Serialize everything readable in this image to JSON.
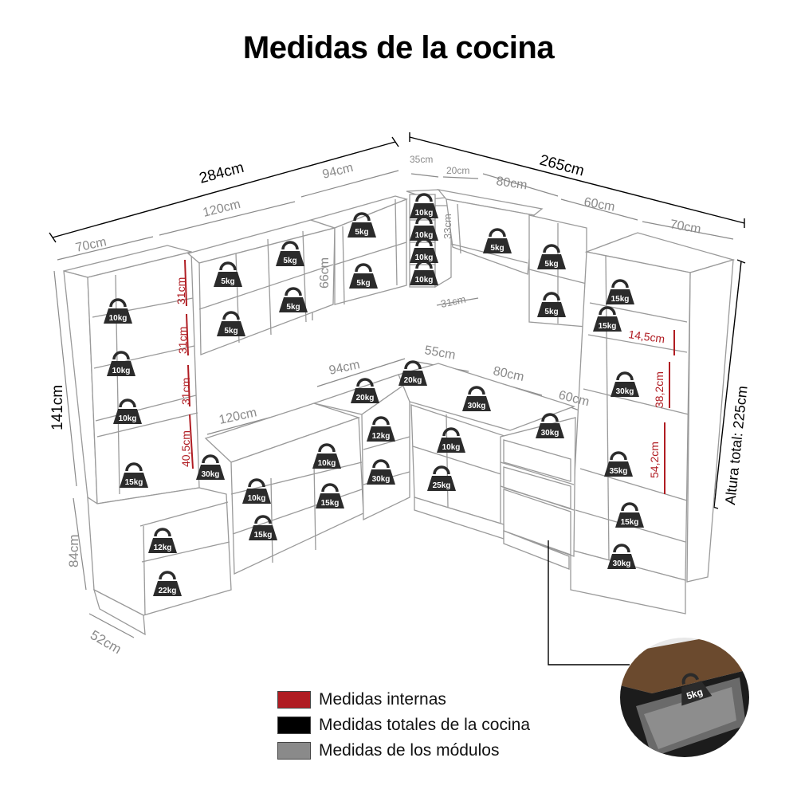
{
  "title": "Medidas de la cocina",
  "colors": {
    "internal": "#b01c22",
    "total": "#000000",
    "module": "#8a8a8a",
    "weight_icon": "#2b2b2b",
    "cabinet_line": "#9a9a9a"
  },
  "dimensions": {
    "total_left": "284cm",
    "total_right": "265cm",
    "total_height_left": "141cm",
    "base_height": "84cm",
    "depth": "52cm",
    "total_height": "Altura total: 225cm",
    "mod_70_left": "70cm",
    "mod_120_top": "120cm",
    "mod_94_top": "94cm",
    "mod_35": "35cm",
    "mod_20": "20cm",
    "mod_80_top": "80cm",
    "mod_60_top": "60cm",
    "mod_70_right": "70cm",
    "mod_94_counter": "94cm",
    "mod_55": "55cm",
    "mod_80_counter": "80cm",
    "mod_60_counter": "60cm",
    "mod_120_counter": "120cm",
    "mod_66": "66cm",
    "mod_33": "33cm",
    "mod_31_niche": "31cm",
    "int_31_a": "31cm",
    "int_31_b": "31cm",
    "int_31_c": "31cm",
    "int_405": "40,5cm",
    "int_145": "14,5cm",
    "int_382": "38,2cm",
    "int_542": "54,2cm"
  },
  "weights": {
    "w1": "10kg",
    "w2": "10kg",
    "w3": "10kg",
    "w4": "15kg",
    "w5": "30kg",
    "w6": "5kg",
    "w7": "5kg",
    "w8": "5kg",
    "w9": "5kg",
    "w10": "5kg",
    "w11": "5kg",
    "w12": "10kg",
    "w13": "10kg",
    "w14": "10kg",
    "w15": "10kg",
    "w16": "5kg",
    "w17": "5kg",
    "w18": "5kg",
    "w19": "15kg",
    "w20": "15kg",
    "w21": "30kg",
    "w22": "35kg",
    "w23": "15kg",
    "w24": "30kg",
    "w25": "20kg",
    "w26": "20kg",
    "w27": "30kg",
    "w28": "30kg",
    "w29": "12kg",
    "w30": "30kg",
    "w31": "10kg",
    "w32": "25kg",
    "w33": "10kg",
    "w34": "10kg",
    "w35": "15kg",
    "w36": "15kg",
    "w37": "12kg",
    "w38": "22kg",
    "inset_weight": "5kg"
  },
  "legend": [
    {
      "label": "Medidas internas",
      "color": "#b01c22"
    },
    {
      "label": "Medidas totales de la cocina",
      "color": "#000000"
    },
    {
      "label": "Medidas de los módulos",
      "color": "#8a8a8a"
    }
  ]
}
